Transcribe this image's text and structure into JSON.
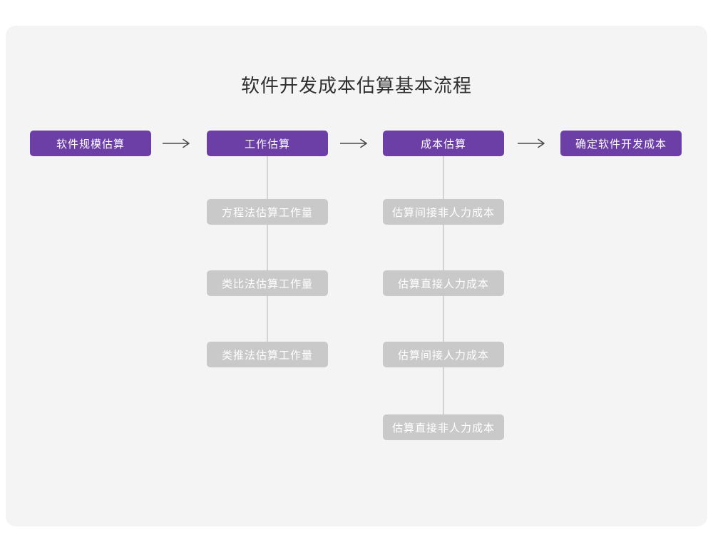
{
  "title": "软件开发成本估算基本流程",
  "colors": {
    "primary": "#6b3fa5",
    "sub_box": "#c9c9c9",
    "connector": "#d4d4d4",
    "arrow": "#4a4a4a",
    "card_bg": "#f4f4f5",
    "title_color": "#2f2f2f"
  },
  "flow": {
    "nodes": [
      {
        "label": "软件规模估算"
      },
      {
        "label": "工作估算"
      },
      {
        "label": "成本估算"
      },
      {
        "label": "确定软件开发成本"
      }
    ]
  },
  "work_methods": [
    "方程法估算工作量",
    "类比法估算工作量",
    "类推法估算工作量"
  ],
  "cost_steps": [
    "估算间接非人力成本",
    "估算直接人力成本",
    "估算间接人力成本",
    "估算直接非人力成本"
  ]
}
